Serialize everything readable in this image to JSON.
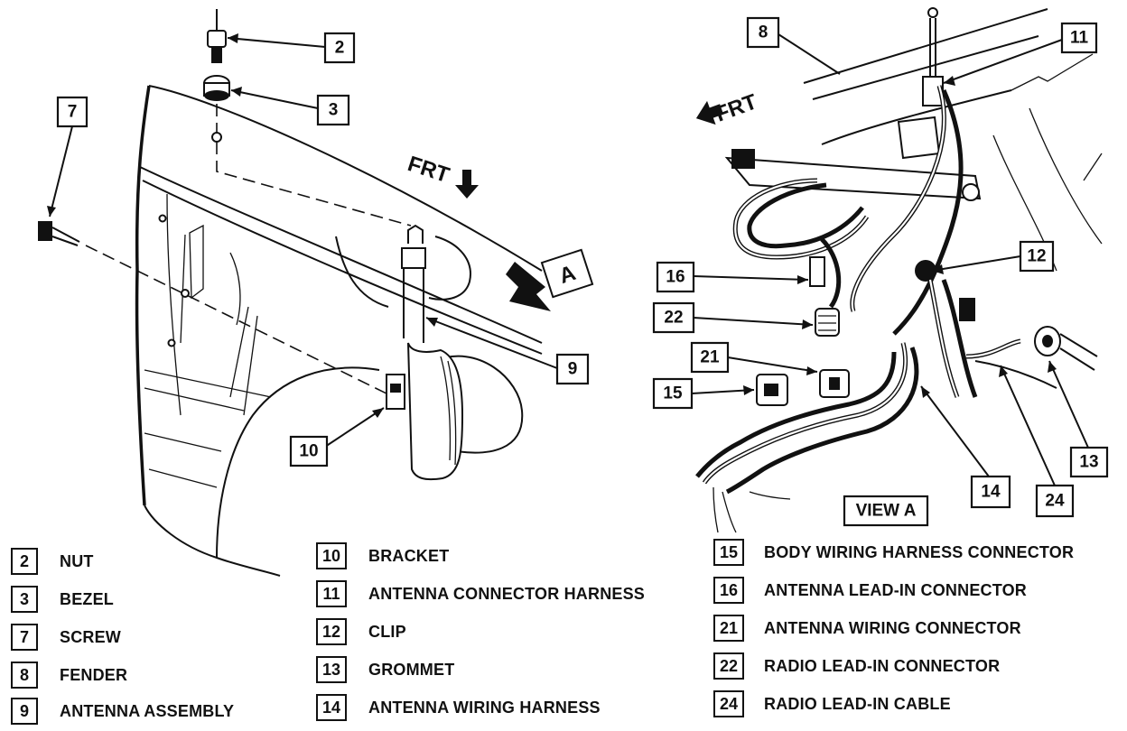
{
  "diagram": {
    "left_callouts": [
      "2",
      "3",
      "7",
      "9",
      "10"
    ],
    "right_callouts": [
      "8",
      "11",
      "12",
      "16",
      "22",
      "21",
      "15",
      "13",
      "14",
      "24"
    ],
    "left_arrow_label": "FRT",
    "right_arrow_label": "FRT",
    "view_pointer_label": "A",
    "view_label": "VIEW A"
  },
  "legend": {
    "col1": [
      {
        "num": "2",
        "label": "NUT"
      },
      {
        "num": "3",
        "label": "BEZEL"
      },
      {
        "num": "7",
        "label": "SCREW"
      },
      {
        "num": "8",
        "label": "FENDER"
      },
      {
        "num": "9",
        "label": "ANTENNA ASSEMBLY"
      }
    ],
    "col2": [
      {
        "num": "10",
        "label": "BRACKET"
      },
      {
        "num": "11",
        "label": "ANTENNA CONNECTOR HARNESS"
      },
      {
        "num": "12",
        "label": "CLIP"
      },
      {
        "num": "13",
        "label": "GROMMET"
      },
      {
        "num": "14",
        "label": "ANTENNA WIRING HARNESS"
      }
    ],
    "col3": [
      {
        "num": "15",
        "label": "BODY WIRING HARNESS CONNECTOR"
      },
      {
        "num": "16",
        "label": "ANTENNA LEAD-IN CONNECTOR"
      },
      {
        "num": "21",
        "label": "ANTENNA WIRING CONNECTOR"
      },
      {
        "num": "22",
        "label": "RADIO LEAD-IN CONNECTOR"
      },
      {
        "num": "24",
        "label": "RADIO LEAD-IN CABLE"
      }
    ]
  }
}
